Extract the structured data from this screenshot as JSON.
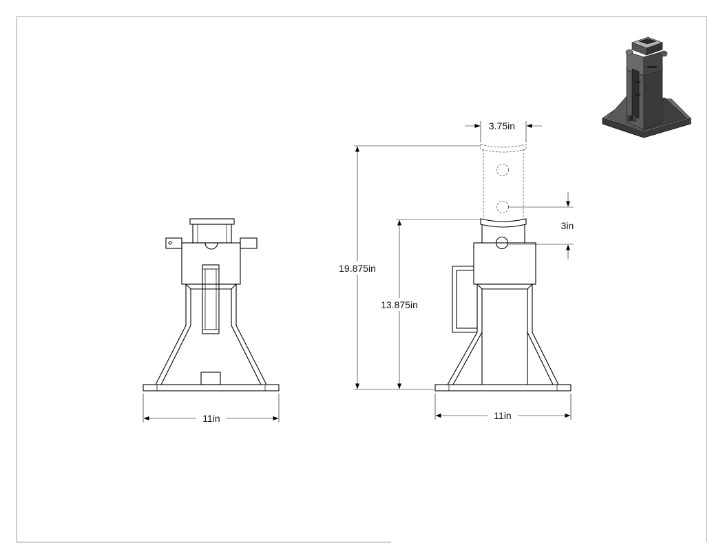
{
  "drawing": {
    "front_view": {
      "width_label": "11in"
    },
    "side_view": {
      "top_width_label": "3.75in",
      "overall_height_label": "19.875in",
      "min_height_label": "13.875in",
      "hole_spacing_label": "3in",
      "width_label": "11in"
    },
    "colors": {
      "line": "#000000",
      "hidden_line": "#555555",
      "border": "#888888",
      "iso_dark": "#3a3a3a",
      "iso_mid": "#5a5a5a",
      "iso_light": "#9a9a9a"
    }
  }
}
